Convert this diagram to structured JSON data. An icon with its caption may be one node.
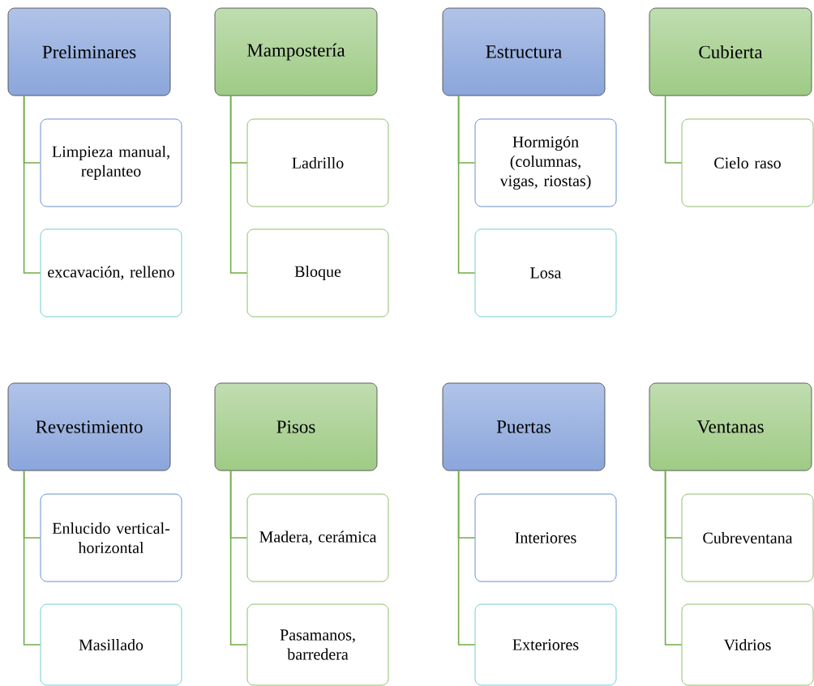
{
  "diagram": {
    "nodes": [
      {
        "text": [
          "Preliminares"
        ]
      },
      {
        "text": [
          "Limpieza manual, replanteo"
        ]
      },
      {
        "text": [
          "excavación, relleno"
        ]
      },
      {
        "text": [
          "Mampostería"
        ]
      },
      {
        "text": [
          "Ladrillo"
        ]
      },
      {
        "text": [
          "Bloque"
        ]
      },
      {
        "text": [
          "Estructura"
        ]
      },
      {
        "text": [
          "Hormigón (columnas, vigas, riostas)"
        ]
      },
      {
        "text": [
          "Losa"
        ]
      },
      {
        "text": [
          "Cubierta"
        ]
      },
      {
        "text": [
          "Cielo raso"
        ]
      },
      {
        "text": [
          "Revestimiento"
        ]
      },
      {
        "text": [
          "Enlucido vertical-horizontal"
        ]
      },
      {
        "text": [
          "Masillado"
        ]
      },
      {
        "text": [
          "Pisos"
        ]
      },
      {
        "text": [
          "Madera, cerámica"
        ]
      },
      {
        "text": [
          "Pasamanos, barredera"
        ]
      },
      {
        "text": [
          "Puertas"
        ]
      },
      {
        "text": [
          "Interiores"
        ]
      },
      {
        "text": [
          "Exteriores"
        ]
      },
      {
        "text": [
          "Ventanas"
        ]
      },
      {
        "text": [
          "Cubreventana"
        ]
      },
      {
        "text": [
          "Vidrios"
        ]
      }
    ],
    "edges": [
      {
        "from": 0,
        "to": 1,
        "arrow": "none"
      },
      {
        "from": 0,
        "to": 2,
        "arrow": "none"
      },
      {
        "from": 3,
        "to": 4,
        "arrow": "none"
      },
      {
        "from": 3,
        "to": 5,
        "arrow": "none"
      },
      {
        "from": 6,
        "to": 7,
        "arrow": "none"
      },
      {
        "from": 6,
        "to": 8,
        "arrow": "none"
      },
      {
        "from": 9,
        "to": 10,
        "arrow": "none"
      },
      {
        "from": 11,
        "to": 12,
        "arrow": "none"
      },
      {
        "from": 11,
        "to": 13,
        "arrow": "none"
      },
      {
        "from": 14,
        "to": 15,
        "arrow": "none"
      },
      {
        "from": 14,
        "to": 16,
        "arrow": "none"
      },
      {
        "from": 17,
        "to": 18,
        "arrow": "none"
      },
      {
        "from": 17,
        "to": 19,
        "arrow": "none"
      },
      {
        "from": 20,
        "to": 21,
        "arrow": "none"
      },
      {
        "from": 20,
        "to": 22,
        "arrow": "none"
      }
    ]
  }
}
